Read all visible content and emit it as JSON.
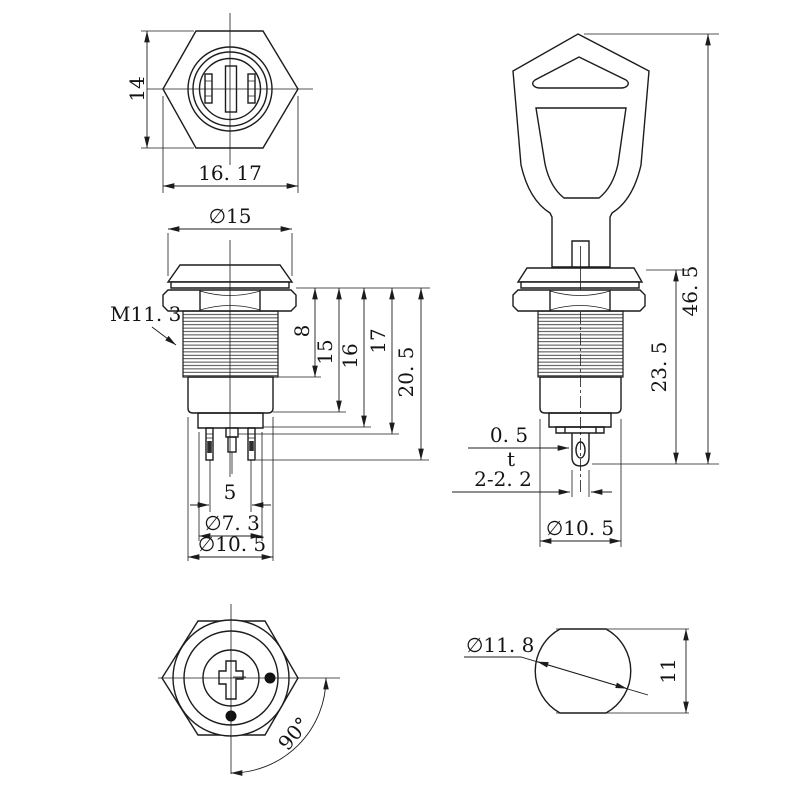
{
  "colors": {
    "ink": "#1c1c1c",
    "paper": "#ffffff"
  },
  "views": {
    "front": {
      "height": "14",
      "width": "16. 17"
    },
    "side": {
      "cap_dia": "∅15",
      "thread": "M11. 3",
      "len8": "8",
      "len15": "15",
      "len16": "16",
      "len17": "17",
      "len205": "20. 5",
      "pin_pitch": "5",
      "dia73": "∅7. 3",
      "dia105": "∅10. 5"
    },
    "key": {
      "total": "46. 5",
      "below_panel": "23. 5",
      "tab_t": "0. 5",
      "t_sym": "t",
      "tab_w": "2-2. 2",
      "dia105": "∅10. 5"
    },
    "top": {
      "angle": "90°"
    },
    "section": {
      "dia": "∅11. 8",
      "flat": "11"
    }
  }
}
